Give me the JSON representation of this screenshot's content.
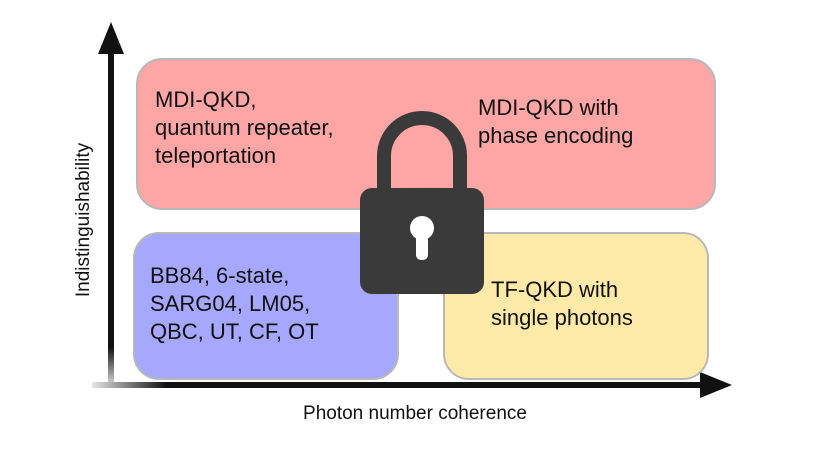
{
  "axes": {
    "x_label": "Photon number coherence",
    "y_label": "Indistinguishability"
  },
  "regions": {
    "top_left": {
      "lines": [
        "MDI-QKD,",
        "quantum repeater,",
        "teleportation"
      ],
      "color": "#fea5a5"
    },
    "top_right": {
      "lines": [
        "MDI-QKD with",
        "phase encoding"
      ],
      "color": "#fea5a5"
    },
    "bottom_left": {
      "lines": [
        "BB84, 6-state,",
        "SARG04, LM05,",
        "QBC, UT, CF, OT"
      ],
      "color": "#a6a7fe"
    },
    "bottom_right": {
      "lines": [
        "TF-QKD with",
        "single photons"
      ],
      "color": "#feeaa8"
    }
  },
  "center_icon": "padlock-icon",
  "colors": {
    "lock": "#3a3a3a",
    "axis": "#111111",
    "box_border": "#b8b8b8"
  }
}
